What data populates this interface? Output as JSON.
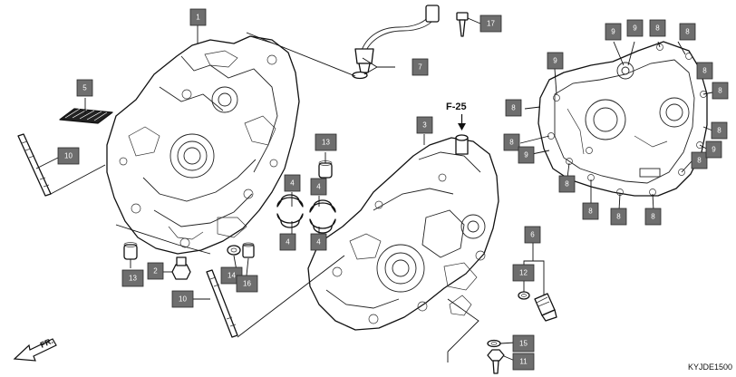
{
  "diagram_code": "KYJDE1500",
  "reference": "F-25",
  "direction_label": "FR.",
  "callouts": [
    {
      "id": "c1",
      "label": "1"
    },
    {
      "id": "c2",
      "label": "2"
    },
    {
      "id": "c3",
      "label": "3"
    },
    {
      "id": "c4a",
      "label": "4"
    },
    {
      "id": "c4b",
      "label": "4"
    },
    {
      "id": "c4c",
      "label": "4"
    },
    {
      "id": "c4d",
      "label": "4"
    },
    {
      "id": "c5",
      "label": "5"
    },
    {
      "id": "c6",
      "label": "6"
    },
    {
      "id": "c7",
      "label": "7"
    },
    {
      "id": "c8a",
      "label": "8"
    },
    {
      "id": "c8b",
      "label": "8"
    },
    {
      "id": "c8c",
      "label": "8"
    },
    {
      "id": "c8d",
      "label": "8"
    },
    {
      "id": "c8e",
      "label": "8"
    },
    {
      "id": "c8f",
      "label": "8"
    },
    {
      "id": "c8g",
      "label": "8"
    },
    {
      "id": "c8h",
      "label": "8"
    },
    {
      "id": "c8i",
      "label": "8"
    },
    {
      "id": "c8j",
      "label": "8"
    },
    {
      "id": "c8k",
      "label": "8"
    },
    {
      "id": "c8l",
      "label": "8"
    },
    {
      "id": "c9a",
      "label": "9"
    },
    {
      "id": "c9b",
      "label": "9"
    },
    {
      "id": "c9c",
      "label": "9"
    },
    {
      "id": "c9d",
      "label": "9"
    },
    {
      "id": "c9e",
      "label": "9"
    },
    {
      "id": "c10a",
      "label": "10"
    },
    {
      "id": "c10b",
      "label": "10"
    },
    {
      "id": "c11",
      "label": "11"
    },
    {
      "id": "c12",
      "label": "12"
    },
    {
      "id": "c13a",
      "label": "13"
    },
    {
      "id": "c13b",
      "label": "13"
    },
    {
      "id": "c14",
      "label": "14"
    },
    {
      "id": "c15",
      "label": "15"
    },
    {
      "id": "c16",
      "label": "16"
    },
    {
      "id": "c17",
      "label": "17"
    }
  ]
}
